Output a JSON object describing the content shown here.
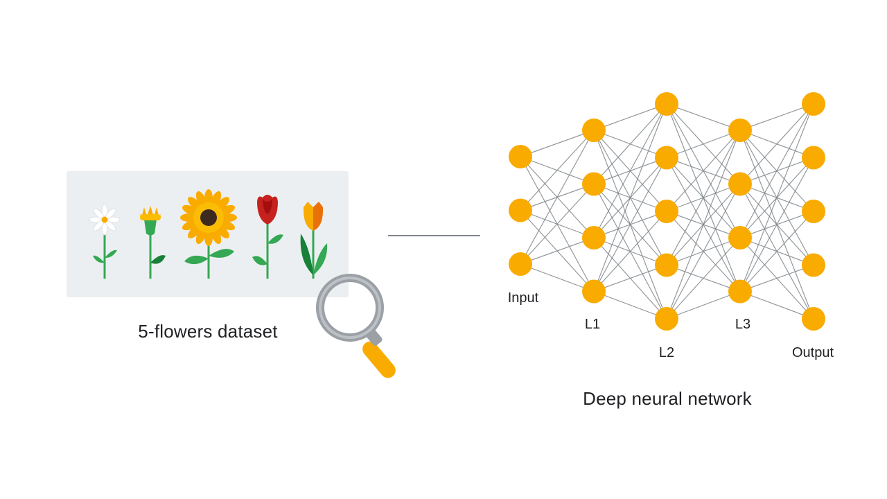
{
  "dataset": {
    "label": "5-flowers dataset",
    "flowers": [
      "daisy-icon",
      "dandelion-icon",
      "sunflower-icon",
      "rose-icon",
      "tulip-icon"
    ]
  },
  "network": {
    "title": "Deep neural network",
    "layers": [
      {
        "label": "Input",
        "nodes": 3
      },
      {
        "label": "L1",
        "nodes": 4
      },
      {
        "label": "L2",
        "nodes": 5
      },
      {
        "label": "L3",
        "nodes": 4
      },
      {
        "label": "Output",
        "nodes": 5
      }
    ]
  },
  "colors": {
    "node": "#f9ab00",
    "edge": "#80868b",
    "card": "#eceff1",
    "leaf": "#34a853",
    "rose": "#c5221f",
    "tulip": "#e8710a",
    "magnifier_ring": "#9aa0a6",
    "magnifier_handle": "#f9ab00"
  }
}
